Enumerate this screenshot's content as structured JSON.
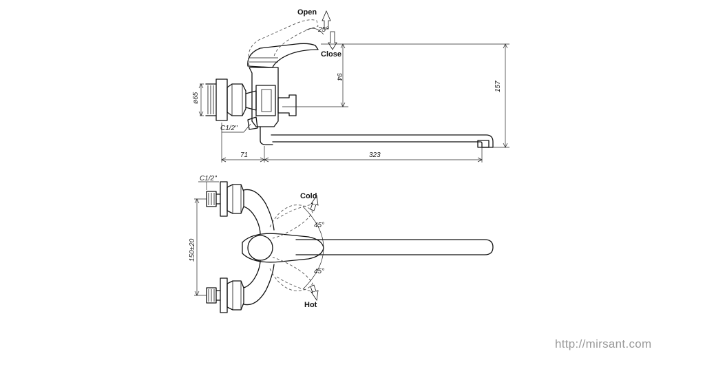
{
  "labels": {
    "open": "Open",
    "close": "Close",
    "cold": "Cold",
    "hot": "Hot",
    "angle_top": "25°",
    "angle_cold": "45°",
    "angle_hot": "45°"
  },
  "dimensions": {
    "spout_height": "94",
    "total_height": "157",
    "flange_diameter": "ø65",
    "connection_side": "C1/2\"",
    "connection_plan": "C1/2\"",
    "wall_offset": "71",
    "spout_length": "323",
    "center_distance": "150±20"
  },
  "watermark": "http://mirsant.com"
}
